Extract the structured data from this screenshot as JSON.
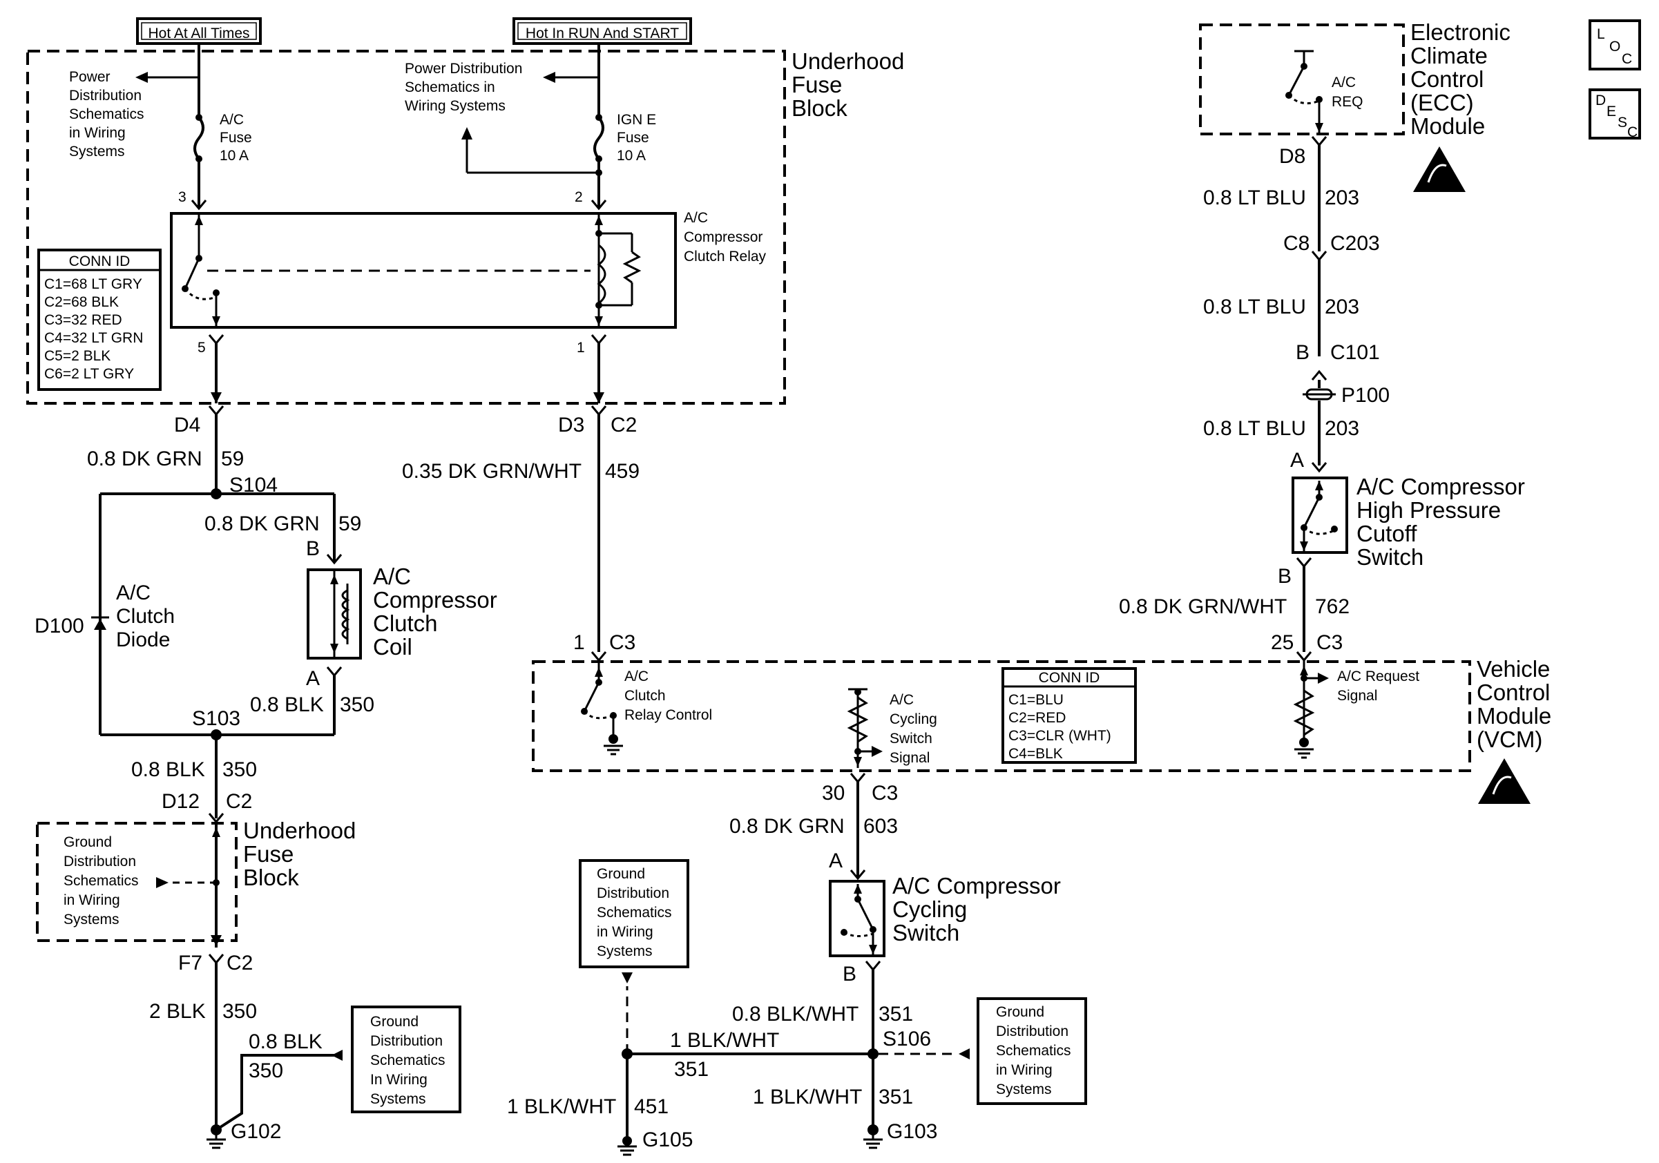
{
  "power": {
    "hot_all": "Hot At All Times",
    "hot_run": "Hot In RUN And START"
  },
  "fuse_block": {
    "line1": "Underhood",
    "line2": "Fuse",
    "line3": "Block"
  },
  "pds_left": [
    "Power",
    "Distribution",
    "Schematics",
    "in Wiring",
    "Systems"
  ],
  "pds_right": [
    "Power Distribution",
    "Schematics in",
    "Wiring Systems"
  ],
  "fuse_ac": [
    "A/C",
    "Fuse",
    "10 A"
  ],
  "fuse_ign": [
    "IGN E",
    "Fuse",
    "10 A"
  ],
  "relay": {
    "label": [
      "A/C",
      "Compressor",
      "Clutch Relay"
    ],
    "pin3": "3",
    "pin2": "2",
    "pin5": "5",
    "pin1": "1"
  },
  "conn_id_left": {
    "title": "CONN ID",
    "rows": [
      "C1=68 LT GRY",
      "C2=68 BLK",
      "C3=32 RED",
      "C4=32 LT GRN",
      "C5=2 BLK",
      "C6=2 LT GRY"
    ]
  },
  "left_circuit": {
    "d4": "D4",
    "wire1": "0.8 DK GRN",
    "circ1": "59",
    "s104": "S104",
    "wire2": "0.8 DK GRN",
    "circ2": "59",
    "pinB": "B",
    "coil": [
      "A/C",
      "Compressor",
      "Clutch",
      "Coil"
    ],
    "pinA": "A",
    "wire3": "0.8 BLK",
    "circ3": "350",
    "s103": "S103",
    "diode_ref": "D100",
    "diode": [
      "A/C",
      "Clutch",
      "Diode"
    ],
    "wire4": "0.8 BLK",
    "circ4": "350",
    "d12": "D12",
    "c2a": "C2",
    "gds": [
      "Ground",
      "Distribution",
      "Schematics",
      "in Wiring",
      "Systems"
    ],
    "fb2": [
      "Underhood",
      "Fuse",
      "Block"
    ],
    "f7": "F7",
    "c2b": "C2",
    "wire5": "2 BLK",
    "circ5": "350",
    "wire6": "0.8 BLK",
    "circ6": "350",
    "g102": "G102",
    "gds2": [
      "Ground",
      "Distribution",
      "Schematics",
      "In Wiring",
      "Systems"
    ]
  },
  "mid_circuit": {
    "d3": "D3",
    "c2": "C2",
    "wire": "0.35 DK GRN/WHT",
    "circ": "459",
    "pin1": "1",
    "c3": "C3"
  },
  "vcm": {
    "relay_ctrl": [
      "A/C",
      "Clutch",
      "Relay Control"
    ],
    "cycling": [
      "A/C",
      "Cycling",
      "Switch",
      "Signal"
    ],
    "conn_title": "CONN ID",
    "conn_rows": [
      "C1=BLU",
      "C2=RED",
      "C3=CLR (WHT)",
      "C4=BLK"
    ],
    "request": [
      "A/C Request",
      "Signal"
    ],
    "name": [
      "Vehicle",
      "Control",
      "Module",
      "(VCM)"
    ]
  },
  "cycling_circuit": {
    "pin30": "30",
    "c3": "C3",
    "wire1": "0.8 DK GRN",
    "circ1": "603",
    "pinA": "A",
    "switch": [
      "A/C Compressor",
      "Cycling",
      "Switch"
    ],
    "pinB": "B",
    "wire2": "0.8 BLK/WHT",
    "circ2": "351",
    "s106": "S106",
    "wire3": "1 BLK/WHT",
    "circ3": "351",
    "wire4": "1 BLK/WHT",
    "circ4": "351",
    "g103": "G103",
    "wire5": "1 BLK/WHT",
    "circ5": "451",
    "g105": "G105",
    "gds_left": [
      "Ground",
      "Distribution",
      "Schematics",
      "in Wiring",
      "Systems"
    ],
    "gds_right": [
      "Ground",
      "Distribution",
      "Schematics",
      "in Wiring",
      "Systems"
    ]
  },
  "ecc": {
    "switch": [
      "A/C",
      "REQ"
    ],
    "name": [
      "Electronic",
      "Climate",
      "Control",
      "(ECC)",
      "Module"
    ],
    "d8": "D8",
    "wire1": "0.8 LT BLU",
    "circ1": "203",
    "c8": "C8",
    "c203": "C203",
    "wire2": "0.8 LT BLU",
    "circ2": "203",
    "b": "B",
    "c101": "C101",
    "p100": "P100",
    "wire3": "0.8 LT BLU",
    "circ3": "203",
    "a": "A",
    "hp_switch": [
      "A/C Compressor",
      "High Pressure",
      "Cutoff",
      "Switch"
    ],
    "b2": "B",
    "wire4": "0.8 DK GRN/WHT",
    "circ4": "762",
    "pin25": "25",
    "c3": "C3"
  },
  "legend": {
    "loc": [
      "L",
      "O",
      "C"
    ],
    "desc": [
      "D",
      "E",
      "S",
      "C"
    ]
  }
}
